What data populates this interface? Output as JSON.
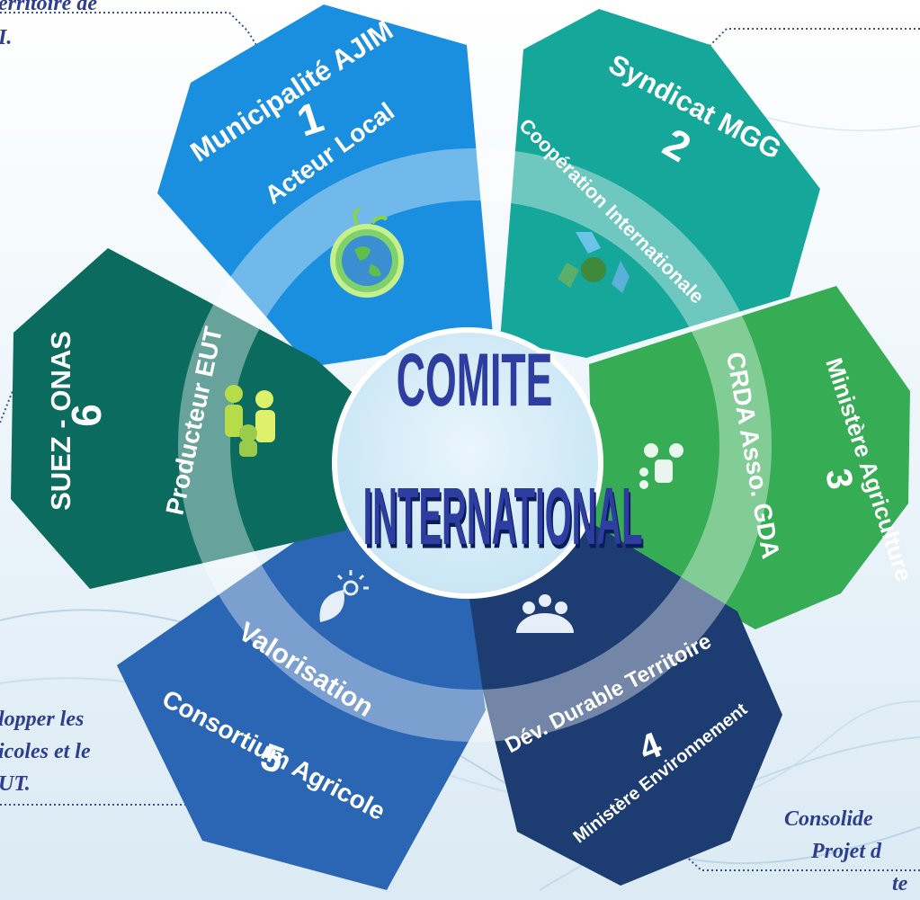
{
  "center": {
    "line1": "COMITE",
    "line2": "INTERNATIONAL"
  },
  "petals": [
    {
      "num": "1",
      "name": "Municipalité AJIM",
      "role": "Acteur Local",
      "color": "#1b8fdf",
      "icon": "earth-globe-icon"
    },
    {
      "num": "2",
      "name": "Syndicat MGG",
      "role": "Coopération Internationale",
      "color": "#15a79a",
      "icon": "recycle-icon"
    },
    {
      "num": "3",
      "name": "Ministère Agriculture",
      "role": "CRDA Asso. GDA",
      "color": "#36ad55",
      "icon": "people-network-icon"
    },
    {
      "num": "4",
      "name": "Ministère Environnement",
      "role": "Dév. Durable Territoire",
      "color": "#1d3d72",
      "icon": "community-icon"
    },
    {
      "num": "5",
      "name": "Consortium Agricole",
      "role": "Valorisation",
      "color": "#2b66b4",
      "icon": "leaf-sun-icon"
    },
    {
      "num": "6",
      "name": "SUEZ - ONAS",
      "role": "Producteur EUT",
      "color": "#0a6b5e",
      "icon": "family-icon"
    }
  ],
  "notes": {
    "top_left": [
      "erritoire de",
      "I."
    ],
    "bottom_left": [
      "lopper les",
      "icoles et le",
      "UT."
    ],
    "bottom_right": [
      "Consolide",
      "Projet d",
      "te"
    ]
  },
  "colors": {
    "ring": "#ffffff",
    "center_fill": "#d4ecf8",
    "title": "#2e3ea0",
    "note": "#2d3d8f"
  }
}
